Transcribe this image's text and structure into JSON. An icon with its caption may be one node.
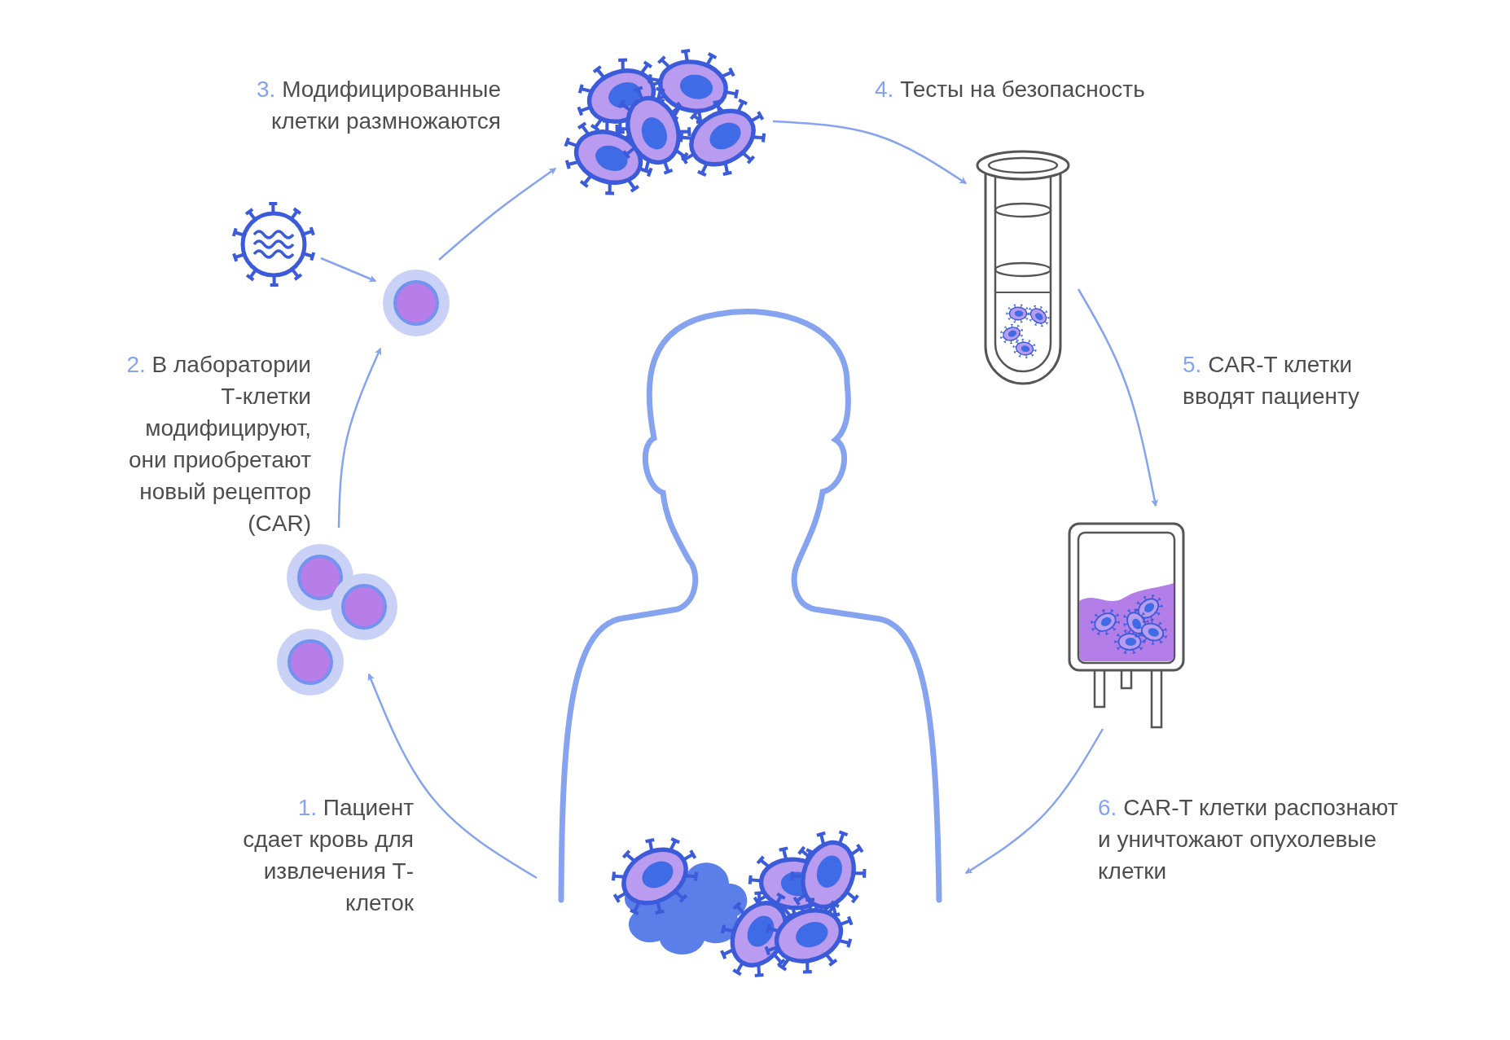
{
  "diagram": {
    "nodes": [
      {
        "text": [],
        "shape": "picture"
      },
      {
        "text": [],
        "shape": "picture"
      },
      {
        "text": [],
        "shape": "picture"
      },
      {
        "text": [],
        "shape": "picture"
      },
      {
        "text": [],
        "shape": "picture"
      },
      {
        "text": [],
        "shape": "picture"
      },
      {
        "text": [],
        "shape": "picture"
      },
      {
        "text": [],
        "shape": "picture"
      }
    ],
    "edges": [
      {
        "from": 4,
        "to": 6,
        "arrow": "to"
      },
      {
        "from": 6,
        "to": 2,
        "arrow": "to"
      },
      {
        "from": 1,
        "to": 2,
        "arrow": "to"
      },
      {
        "from": 2,
        "to": 0,
        "arrow": "to"
      },
      {
        "from": 0,
        "to": 3,
        "arrow": "to"
      },
      {
        "from": 3,
        "to": 7,
        "arrow": "to"
      },
      {
        "from": 7,
        "to": 4,
        "arrow": "to"
      }
    ],
    "labels": [
      "3.",
      "Модифицированные клетки размножаются",
      "4.",
      "Тесты на безопасность",
      "2.",
      "В лаборатории Т-клетки модифицируют, они приобретают новый рецептор (CAR)",
      "5.",
      "CAR-T клетки вводят пациенту",
      "1.",
      "Пациент сдает кровь для извлечения Т-клеток",
      "6.",
      "CAR-T клетки распознают и уничтожают опухолевые клетки"
    ]
  }
}
